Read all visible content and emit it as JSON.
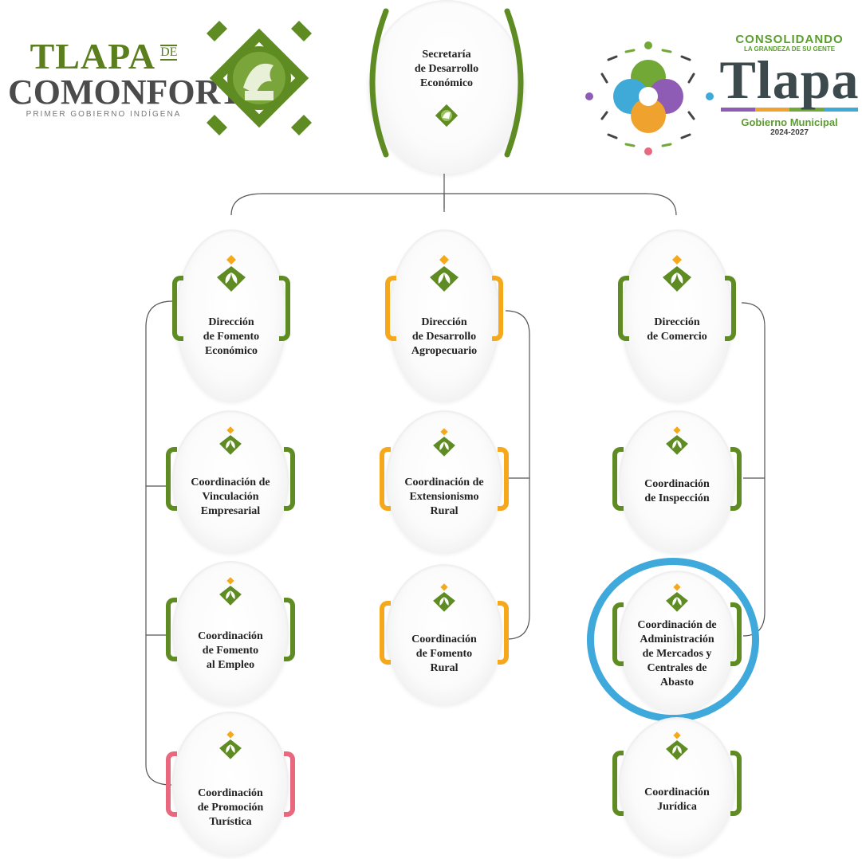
{
  "header": {
    "left_logo": {
      "line1": "TLAPA",
      "de": "DE",
      "line2": "COMONFORT",
      "tagline": "PRIMER GOBIERNO INDÍGENA"
    },
    "right_logo": {
      "top": "CONSOLIDANDO",
      "sub": "LA GRANDEZA DE SU GENTE",
      "name": "Tlapa",
      "gov": "Gobierno Municipal",
      "years": "2024-2027"
    }
  },
  "colors": {
    "green": "#5e8b22",
    "orange": "#f5a81c",
    "pink": "#e8697d",
    "highlight": "#3fa9dc",
    "line": "#555555"
  },
  "org": {
    "top": "Secretaría\nde Desarrollo\nEconómico",
    "dir_fomento": "Dirección\nde Fomento\nEconómico",
    "dir_agro": "Dirección\nde Desarrollo\nAgropecuario",
    "dir_comercio": "Dirección\nde Comercio",
    "coord_vinculacion": "Coordinación de\nVinculación\nEmpresarial",
    "coord_empleo": "Coordinación\nde Fomento\nal Empleo",
    "coord_turistica": "Coordinación\nde Promoción\nTurística",
    "coord_extensionismo": "Coordinación de\nExtensionismo\nRural",
    "coord_fomento_rural": "Coordinación\nde Fomento\nRural",
    "coord_inspeccion": "Coordinación\nde Inspección",
    "coord_mercados": "Coordinación de\nAdministración\nde Mercados y\nCentrales de\nAbasto",
    "coord_juridica": "Coordinación\nJurídica"
  }
}
